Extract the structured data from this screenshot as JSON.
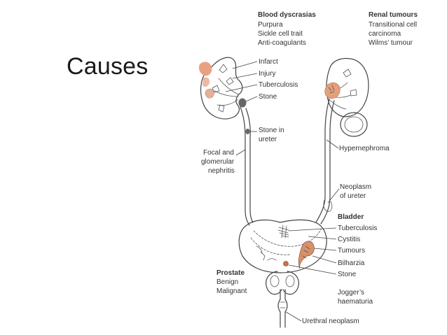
{
  "slide": {
    "title": "Causes"
  },
  "colors": {
    "lesion": "#e8a282",
    "lesion_dark": "#c5714a",
    "stone": "#666666",
    "line": "#444444"
  },
  "labels": {
    "blood_header": "Blood dyscrasias",
    "blood_items": [
      "Purpura",
      "Sickle cell trait",
      "Anti-coagulants"
    ],
    "renal_header": "Renal tumours",
    "renal_items": [
      "Transitional cell",
      "carcinoma",
      "Wilms’ tumour"
    ],
    "kidney_causes": [
      "Infarct",
      "Injury",
      "Tuberculosis",
      "Stone"
    ],
    "stone_ureter": [
      "Stone in",
      "ureter"
    ],
    "nephritis": [
      "Focal and",
      "glomerular",
      "nephritis"
    ],
    "hypernephroma": "Hypernephroma",
    "neoplasm_ureter": [
      "Neoplasm",
      "of ureter"
    ],
    "bladder_header": "Bladder",
    "bladder_items": [
      "Tuberculosis",
      "Cystitis",
      "Tumours",
      "Bilharzia",
      "Stone"
    ],
    "prostate_header": "Prostate",
    "prostate_items": [
      "Benign",
      "Malignant"
    ],
    "jogger": [
      "Jogger’s",
      "haematuria"
    ],
    "urethral": "Urethral neoplasm"
  }
}
